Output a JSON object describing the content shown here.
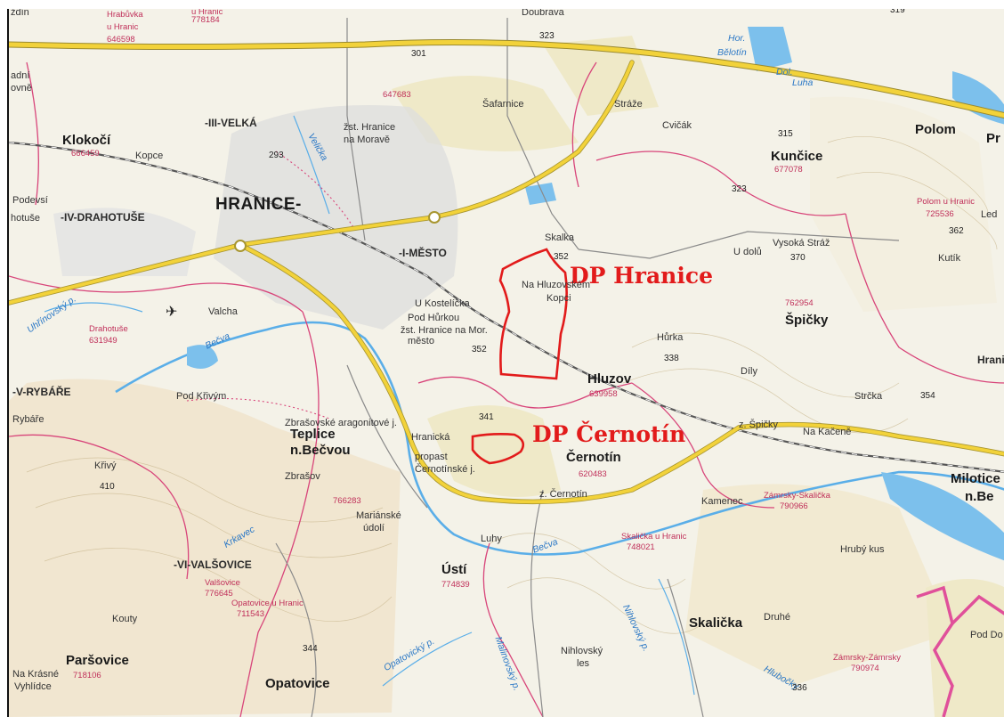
{
  "colors": {
    "deposit_outline": "#e21b1b",
    "deposit_label": "#e21b1b",
    "road_major": "#f2d23a",
    "water": "#5aaee8",
    "boundary": "#d8457a",
    "cadastral_code": "#c0305a"
  },
  "deposits": [
    {
      "label": "DP Hranice"
    },
    {
      "label": "DP Černotín"
    }
  ],
  "labels": {
    "hranice": "HRANICE-",
    "i_mesto": "-I-MĚSTO",
    "iii_velka": "-III-VELKÁ",
    "iv_drahotuse": "-IV-DRAHOTUŠE",
    "v_rybare": "-V-RYBÁŘE",
    "vi_valsovice": "-VI-VALŠOVICE",
    "klokoci": "Klokočí",
    "klokoci_code": "666459",
    "hrabuvka": "Hrabůvka",
    "hrabuvka2": "u Hranic",
    "hrabuvka_code": "646598",
    "hrabuvka_code_top": "778184",
    "u_hranic_top": "u Hranic",
    "zdin": "ždín",
    "adni": "adní",
    "ovne": "ovně",
    "podevsi": "Podevsí",
    "hotuse": "hotuše",
    "kopce": "Kopce",
    "valcha": "Valcha",
    "drahotuse": "Drahotuše",
    "drahotuse_code": "631949",
    "uhrinovsky": "Uhřínovský p.",
    "becva": "Bečva",
    "becva2": "Bečva",
    "rybare": "Rybáře",
    "pod_krivym": "Pod Křivým",
    "krivy": "Křivý",
    "e410": "410",
    "teplice": "Teplice",
    "teplice2": "n.Bečvou",
    "teplice_code": "766283",
    "zbrasov": "Zbrašov",
    "zbrasovske": "Zbrašovské aragonitové j.",
    "hranicka": "Hranická",
    "propast": "propast",
    "cernotinske": "Černotínské j.",
    "marianske": "Mariánské",
    "udoli": "údolí",
    "krkavec": "Krkavec",
    "valsovice": "Valšovice",
    "valsovice_code": "776645",
    "opatovice_u": "Opatovice u Hranic",
    "opatovice_u_code": "711543",
    "kouty": "Kouty",
    "e344": "344",
    "parsovice": "Paršovice",
    "parsovice_code": "718106",
    "na_krasne": "Na Krásné",
    "vyhlidce": "Vyhlídce",
    "opatovice": "Opatovice",
    "opatovicky": "Opatovický p.",
    "usti": "Ústí",
    "usti_code": "774839",
    "luhy": "Luhy",
    "nihlovsky": "Nihlovský",
    "les": "les",
    "nihlovsky_p": "Nihlovský p.",
    "malinovsky": "Malinovský p.",
    "skalicka": "Skalička",
    "skalicka_u": "Skalička u Hranic",
    "skalicka_code": "748021",
    "cernotin": "Černotín",
    "cernotin_code": "620483",
    "z_cernotin": "z. Černotín",
    "e341": "341",
    "e352b": "352",
    "pod_hurkou": "Pod Hůrkou",
    "zst_hranice_mor": "žst. Hranice na Mor.",
    "mesto": "město",
    "u_kostelicka": "U Kostelíčka",
    "na_hluzovskem": "Na Hluzovském",
    "kopci": "Kopci",
    "skalka": "Skalka",
    "e352": "352",
    "hluzov": "Hluzov",
    "hluzov_code": "639958",
    "hurka": "Hůrka",
    "e338": "338",
    "spicky": "Špičky",
    "spicky_code": "762954",
    "dily": "Díly",
    "u_dolu": "U dolů",
    "vysoka_straz": "Vysoká Stráž",
    "e370": "370",
    "kuncice": "Kunčice",
    "kuncice_code": "677078",
    "e315": "315",
    "e323b": "323",
    "cvicak": "Cvičák",
    "straze": "Stráže",
    "safarnice": "Šafarnice",
    "doubrava": "Doubrava",
    "e323": "323",
    "e301": "301",
    "zst_hranice": "žst. Hranice",
    "na_morave": "na Moravě",
    "velicka": "Velička",
    "e293": "293",
    "code_647683": "647683",
    "hor_belotin": "Hor.",
    "belotin": "Bělotín",
    "dol_luha": "Dol.",
    "luha": "Luha",
    "e319": "319",
    "polom": "Polom",
    "pr": "Pr",
    "polom_u": "Polom u Hranic",
    "polom_code": "725536",
    "led": "Led",
    "e362": "362",
    "kutik": "Kutík",
    "hranic_r": "Hranic",
    "e354": "354",
    "strcka": "Strčka",
    "z_spicky": "z. Špičky",
    "na_kacene": "Na Kačeně",
    "milotice": "Milotice",
    "n_be": "n.Be",
    "kamenec": "Kamenec",
    "zamrsky_skalicka": "Zámrsky-Skalička",
    "zamrsky_skalicka_code": "790966",
    "hruby_kus": "Hrubý kus",
    "druhe": "Druhé",
    "pod_do": "Pod Do",
    "zamrsky_zamrsky": "Zámrsky-Zámrsky",
    "zamrsky_zamrsky_code": "790974",
    "hlubocky": "Hlubočky",
    "e336": "336"
  }
}
